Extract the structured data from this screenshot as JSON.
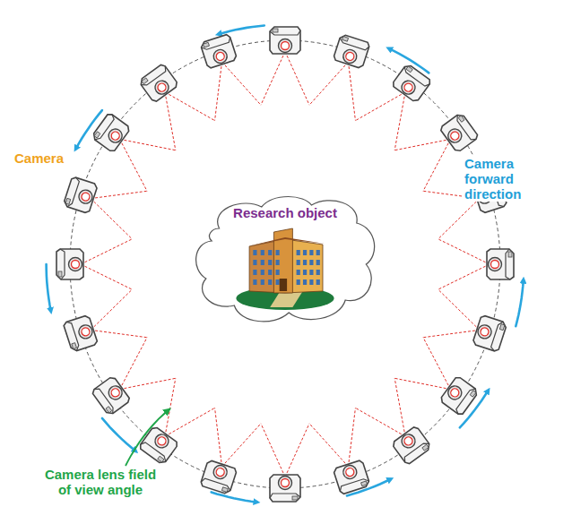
{
  "diagram": {
    "nodes": [
      {
        "text": [
          "Research object"
        ]
      }
    ],
    "labels": [
      "Camera",
      "Camera forward direction",
      "Camera lens field of view angle"
    ]
  }
}
